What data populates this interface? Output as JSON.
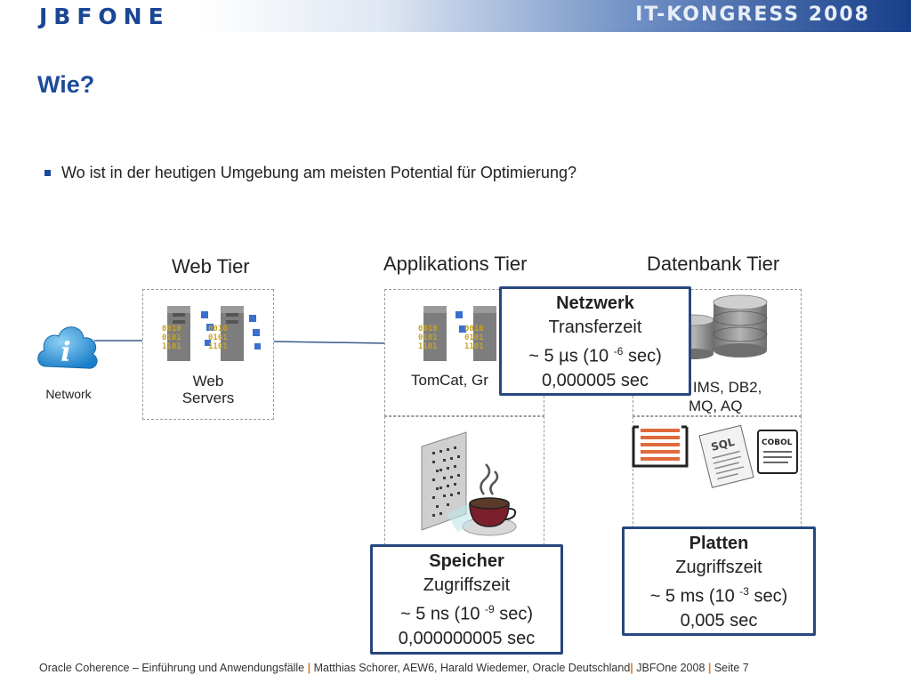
{
  "header": {
    "logo": "JBFONE",
    "event": "IT-KONGRESS 2008"
  },
  "slide": {
    "title": "Wie?",
    "bullet": "Wo ist in der heutigen Umgebung am meisten Potential für Optimierung?"
  },
  "diagram": {
    "web_tier": "Web Tier",
    "app_tier": "Applikations Tier",
    "db_tier": "Datenbank Tier",
    "network_label": "Network",
    "web_servers_line1": "Web",
    "web_servers_line2": "Servers",
    "app_servers": "TomCat, Gr",
    "db_line1": "e, IMS, DB2,",
    "db_line2": "MQ, AQ",
    "sql_text": "SQL",
    "cobol_text": "COBOL",
    "binary": [
      "0010",
      "0101",
      "1101"
    ],
    "netzwerk": {
      "head": "Netzwerk",
      "line1": "Transferzeit",
      "line2_pre": "~ 5 µs (10 ",
      "line2_exp": "-6",
      "line2_post": " sec)",
      "line3": "0,000005 sec"
    },
    "speicher": {
      "head": "Speicher",
      "line1": "Zugriffszeit",
      "line2_pre": "~ 5 ns (10 ",
      "line2_exp": "-9",
      "line2_post": " sec)",
      "line3": "0,000000005 sec"
    },
    "platten": {
      "head": "Platten",
      "line1": "Zugriffszeit",
      "line2_pre": "~ 5 ms (10 ",
      "line2_exp": "-3",
      "line2_post": " sec)",
      "line3": "0,005 sec"
    }
  },
  "footer": {
    "part1": "Oracle Coherence – Einführung und Anwendungsfälle",
    "sep": "|",
    "part2": " Matthias Schorer, AEW6, Harald Wiedemer, Oracle Deutschland",
    "part3": " JBFOne 2008 ",
    "part4": " Seite 7"
  },
  "colors": {
    "accent": "#1d4b9a",
    "callout_border": "#27477f",
    "footer_separator": "#e07b1a"
  }
}
